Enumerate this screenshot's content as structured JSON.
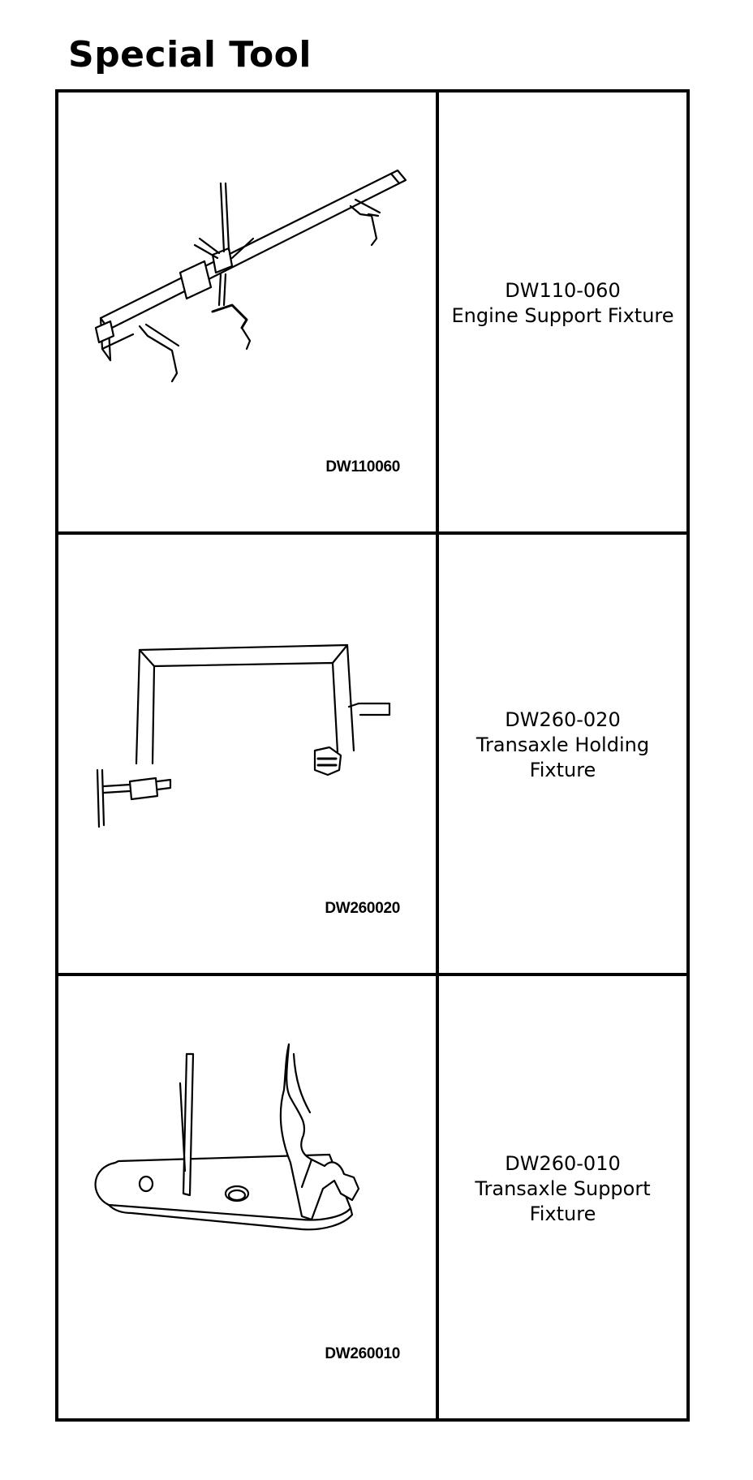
{
  "title": "Special Tool",
  "tools": [
    {
      "illustration_icon": "engine-support-fixture-drawing",
      "image_code": "DW110060",
      "part_number": "DW110-060",
      "name_lines": [
        "Engine Support Fixture"
      ]
    },
    {
      "illustration_icon": "transaxle-holding-fixture-drawing",
      "image_code": "DW260020",
      "part_number": "DW260-020",
      "name_lines": [
        "Transaxle Holding",
        "Fixture"
      ]
    },
    {
      "illustration_icon": "transaxle-support-fixture-drawing",
      "image_code": "DW260010",
      "part_number": "DW260-010",
      "name_lines": [
        "Transaxle Support",
        "Fixture"
      ]
    }
  ]
}
